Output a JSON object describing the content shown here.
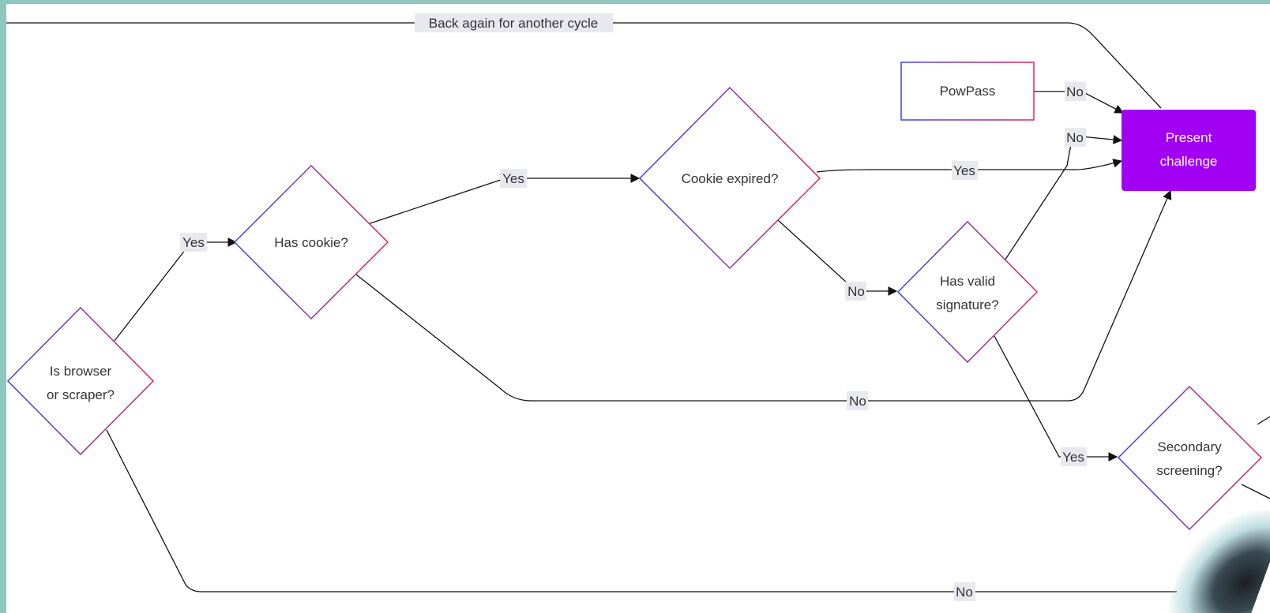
{
  "theme": {
    "frame_color": "#8fc6bd",
    "edge_color": "#111111",
    "node_gradient_start": "#3b46e0",
    "node_gradient_end": "#e0245e",
    "challenge_color": "#a100f2",
    "label_background": "#e8e8ef"
  },
  "nodes": {
    "browser": {
      "line1": "Is browser",
      "line2": "or scraper?"
    },
    "cookie": {
      "label": "Has cookie?"
    },
    "expired": {
      "label": "Cookie expired?"
    },
    "signature": {
      "line1": "Has valid",
      "line2": "signature?"
    },
    "secondary": {
      "line1": "Secondary",
      "line2": "screening?"
    },
    "powpass": {
      "label": "PowPass"
    },
    "challenge": {
      "line1": "Present",
      "line2": "challenge"
    }
  },
  "edges": {
    "back_again": "Back again for another cycle",
    "powpass_no": "No",
    "signature_no": "No",
    "expired_yes": "Yes",
    "cookie_yes": "Yes",
    "browser_yes": "Yes",
    "expired_no": "No",
    "cookie_no": "No",
    "signature_yes": "Yes",
    "browser_no": "No"
  }
}
